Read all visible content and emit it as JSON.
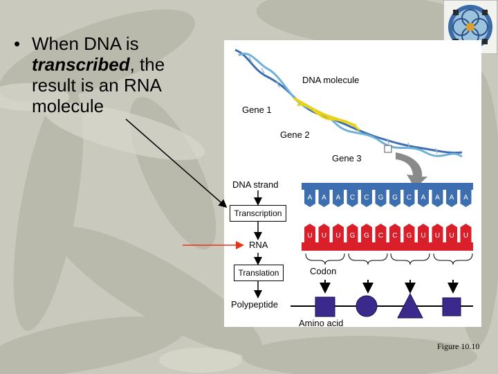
{
  "slide": {
    "bullet_mark": "•",
    "bullet_pre": "When DNA is ",
    "bullet_em": "transcribed",
    "bullet_post": ", the result is an RNA molecule"
  },
  "diagram": {
    "dna_molecule": "DNA molecule",
    "gene1": "Gene 1",
    "gene2": "Gene 2",
    "gene3": "Gene 3",
    "dna_strand": "DNA strand",
    "transcription": "Transcription",
    "rna": "RNA",
    "translation": "Translation",
    "codon": "Codon",
    "polypeptide": "Polypeptide",
    "amino_acid": "Amino acid",
    "dna_bases": [
      "A",
      "A",
      "A",
      "C",
      "C",
      "G",
      "G",
      "C",
      "A",
      "A",
      "A",
      "A"
    ],
    "rna_bases": [
      "U",
      "U",
      "U",
      "G",
      "G",
      "C",
      "C",
      "G",
      "U",
      "U",
      "U",
      "U"
    ]
  },
  "figure_label": "Figure 10.10",
  "colors": {
    "dna": "#3d6fb0",
    "rna": "#d9202a",
    "gene_yellow": "#e8d21a",
    "amino": "#3b2a8c",
    "pointer_arrow": "#e8321a"
  }
}
